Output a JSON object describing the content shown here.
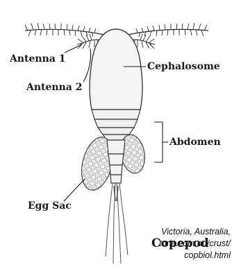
{
  "labels": {
    "antenna1": "Antenna 1",
    "antenna2": "Antenna 2",
    "cephalosome": "Cephalosome",
    "abdomen": "Abdomen",
    "egg_sac": "Egg Sac"
  },
  "title": "Copepod",
  "credit": {
    "line1": "Victoria, Australia,",
    "line2": "toria.com.au/crust/",
    "line3": "copbiol.html"
  },
  "colors": {
    "ink": "#1a1a1a",
    "body_fill": "#f4f4f4",
    "egg_fill": "#e2e2e2"
  }
}
